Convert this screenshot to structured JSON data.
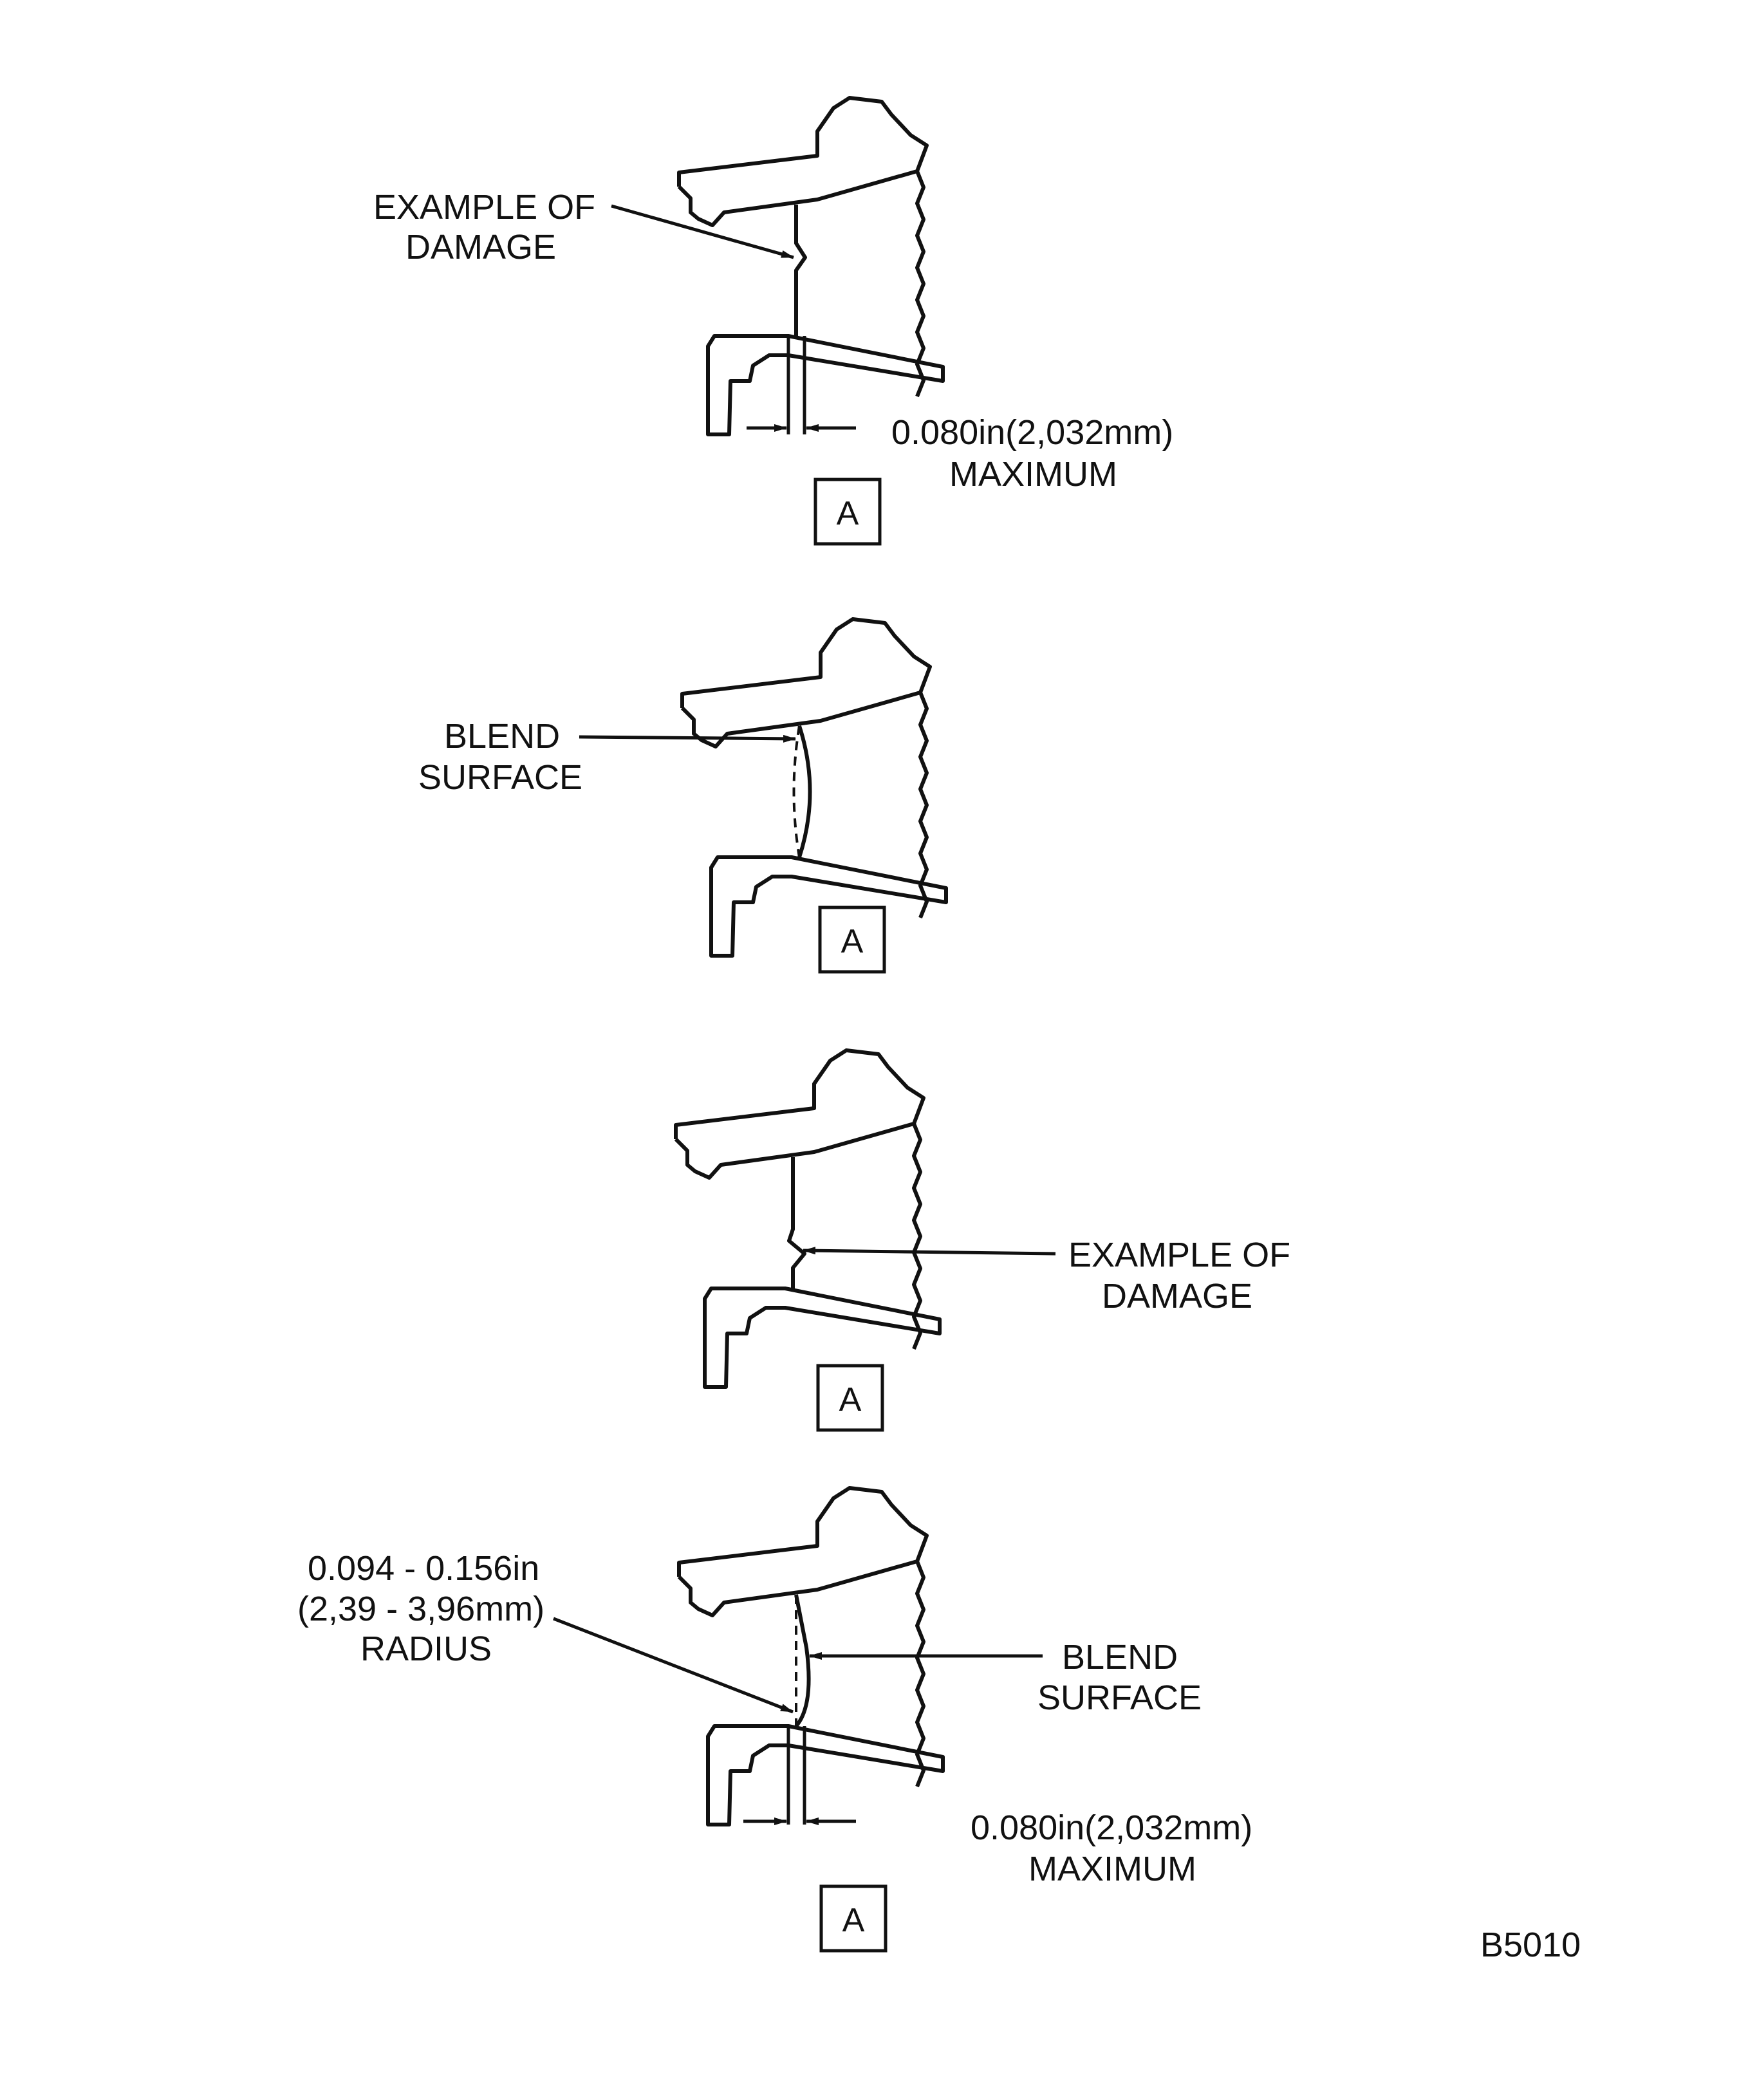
{
  "figure_id": "B5010",
  "colors": {
    "ink": "#111111",
    "paper": "#ffffff"
  },
  "views": [
    {
      "id": "view-1",
      "view_label": "A",
      "callouts": [
        {
          "lines": [
            "EXAMPLE OF",
            "DAMAGE"
          ]
        },
        {
          "lines": [
            "0.080in(2,032mm)",
            "MAXIMUM"
          ]
        }
      ]
    },
    {
      "id": "view-2",
      "view_label": "A",
      "callouts": [
        {
          "lines": [
            "BLEND",
            "SURFACE"
          ]
        }
      ]
    },
    {
      "id": "view-3",
      "view_label": "A",
      "callouts": [
        {
          "lines": [
            "EXAMPLE OF",
            "DAMAGE"
          ]
        }
      ]
    },
    {
      "id": "view-4",
      "view_label": "A",
      "callouts": [
        {
          "lines": [
            "0.094 - 0.156in",
            "(2,39 - 3,96mm)",
            "RADIUS"
          ]
        },
        {
          "lines": [
            "BLEND",
            "SURFACE"
          ]
        },
        {
          "lines": [
            "0.080in(2,032mm)",
            "MAXIMUM"
          ]
        }
      ]
    }
  ]
}
